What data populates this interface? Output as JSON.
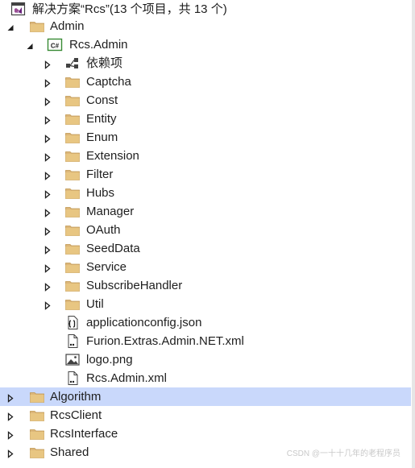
{
  "solution_explorer": {
    "root": {
      "label": "解决方案“Rcs”(13 个项目，共 13 个)",
      "icon": "solution-icon"
    },
    "nodes": [
      {
        "id": "admin",
        "label": "Admin",
        "depth": 1,
        "kind": "solution-folder",
        "state": "expanded"
      },
      {
        "id": "rcs-admin",
        "label": "Rcs.Admin",
        "depth": 2,
        "kind": "csharp-project",
        "state": "expanded"
      },
      {
        "id": "dependencies",
        "label": "依赖项",
        "depth": 3,
        "kind": "dependencies",
        "state": "collapsed"
      },
      {
        "id": "captcha",
        "label": "Captcha",
        "depth": 3,
        "kind": "folder",
        "state": "collapsed"
      },
      {
        "id": "const",
        "label": "Const",
        "depth": 3,
        "kind": "folder",
        "state": "collapsed"
      },
      {
        "id": "entity",
        "label": "Entity",
        "depth": 3,
        "kind": "folder",
        "state": "collapsed"
      },
      {
        "id": "enum",
        "label": "Enum",
        "depth": 3,
        "kind": "folder",
        "state": "collapsed"
      },
      {
        "id": "extension",
        "label": "Extension",
        "depth": 3,
        "kind": "folder",
        "state": "collapsed"
      },
      {
        "id": "filter",
        "label": "Filter",
        "depth": 3,
        "kind": "folder",
        "state": "collapsed"
      },
      {
        "id": "hubs",
        "label": "Hubs",
        "depth": 3,
        "kind": "folder",
        "state": "collapsed"
      },
      {
        "id": "manager",
        "label": "Manager",
        "depth": 3,
        "kind": "folder",
        "state": "collapsed"
      },
      {
        "id": "oauth",
        "label": "OAuth",
        "depth": 3,
        "kind": "folder",
        "state": "collapsed"
      },
      {
        "id": "seeddata",
        "label": "SeedData",
        "depth": 3,
        "kind": "folder",
        "state": "collapsed"
      },
      {
        "id": "service",
        "label": "Service",
        "depth": 3,
        "kind": "folder",
        "state": "collapsed"
      },
      {
        "id": "subscribehandler",
        "label": "SubscribeHandler",
        "depth": 3,
        "kind": "folder",
        "state": "collapsed"
      },
      {
        "id": "util",
        "label": "Util",
        "depth": 3,
        "kind": "folder",
        "state": "collapsed"
      },
      {
        "id": "applicationconfig",
        "label": "applicationconfig.json",
        "depth": 3,
        "kind": "json-file",
        "state": "leaf"
      },
      {
        "id": "furion-xml",
        "label": "Furion.Extras.Admin.NET.xml",
        "depth": 3,
        "kind": "xml-file",
        "state": "leaf"
      },
      {
        "id": "logo",
        "label": "logo.png",
        "depth": 3,
        "kind": "image-file",
        "state": "leaf"
      },
      {
        "id": "rcs-admin-xml",
        "label": "Rcs.Admin.xml",
        "depth": 3,
        "kind": "xml-file",
        "state": "leaf"
      },
      {
        "id": "algorithm",
        "label": "Algorithm",
        "depth": 1,
        "kind": "solution-folder",
        "state": "collapsed",
        "selected": true
      },
      {
        "id": "rcsclient",
        "label": "RcsClient",
        "depth": 1,
        "kind": "solution-folder",
        "state": "collapsed"
      },
      {
        "id": "rcsinterface",
        "label": "RcsInterface",
        "depth": 1,
        "kind": "solution-folder",
        "state": "collapsed"
      },
      {
        "id": "shared",
        "label": "Shared",
        "depth": 1,
        "kind": "solution-folder",
        "state": "collapsed"
      }
    ],
    "selection_color": "#c9d8fb",
    "folder_color": "#dcb67a",
    "project_icon_color": "#388a34",
    "solution_icon_color": "#68217a"
  },
  "watermark": "CSDN @一十十几年的老程序员"
}
